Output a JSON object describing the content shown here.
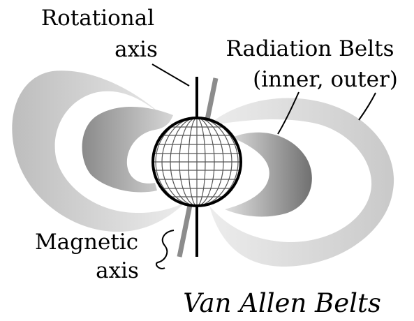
{
  "labels": {
    "rotational_line1": "Rotational",
    "rotational_line2": "axis",
    "radiation_line1": "Radiation Belts",
    "radiation_line2": "(inner, outer)",
    "magnetic_line1": "Magnetic",
    "magnetic_line2": "axis"
  },
  "title": "Van Allen Belts",
  "colors": {
    "outer_belt": "#d2d2d2",
    "inner_belt_light": "#d8d8d8",
    "inner_belt_dark": "#7a7a7a",
    "magnetic_axis": "#8c8c8c",
    "ink": "#000000"
  }
}
